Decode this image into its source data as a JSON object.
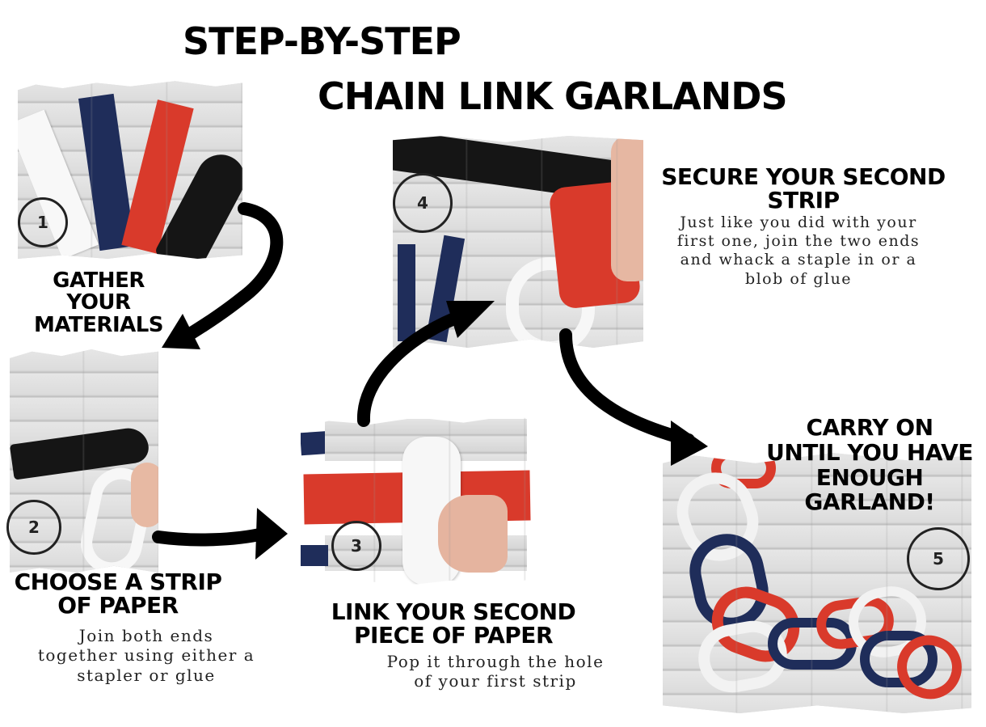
{
  "title": {
    "line1": "STEP-BY-STEP",
    "line2": "CHAIN LINK GARLANDS"
  },
  "steps": [
    {
      "number": "1",
      "heading_line1": "GATHER YOUR",
      "heading_line2": "MATERIALS",
      "description": ""
    },
    {
      "number": "2",
      "heading_line1": "CHOOSE A STRIP",
      "heading_line2": "OF PAPER",
      "description_line1": "Join both ends",
      "description_line2": "together using either a",
      "description_line3": "stapler or glue"
    },
    {
      "number": "3",
      "heading_line1": "LINK YOUR SECOND",
      "heading_line2": "PIECE OF PAPER",
      "description_line1": "Pop it through the hole",
      "description_line2": "of your first strip"
    },
    {
      "number": "4",
      "heading_line1": "SECURE YOUR SECOND",
      "heading_line2": "STRIP",
      "description_line1": "Just like you did with your",
      "description_line2": "first one, join the two ends",
      "description_line3": "and whack a staple in or a",
      "description_line4": "blob of glue"
    },
    {
      "number": "5",
      "heading_line1": "CARRY ON",
      "heading_line2": "UNTIL YOU HAVE",
      "heading_line3": "ENOUGH",
      "heading_line4": "GARLAND!"
    }
  ],
  "colors": {
    "red": "#d93a2b",
    "navy": "#1f2d5a",
    "white_paper": "#f7f7f7",
    "stapler": "#151515",
    "wood": "#d9d9d9"
  }
}
